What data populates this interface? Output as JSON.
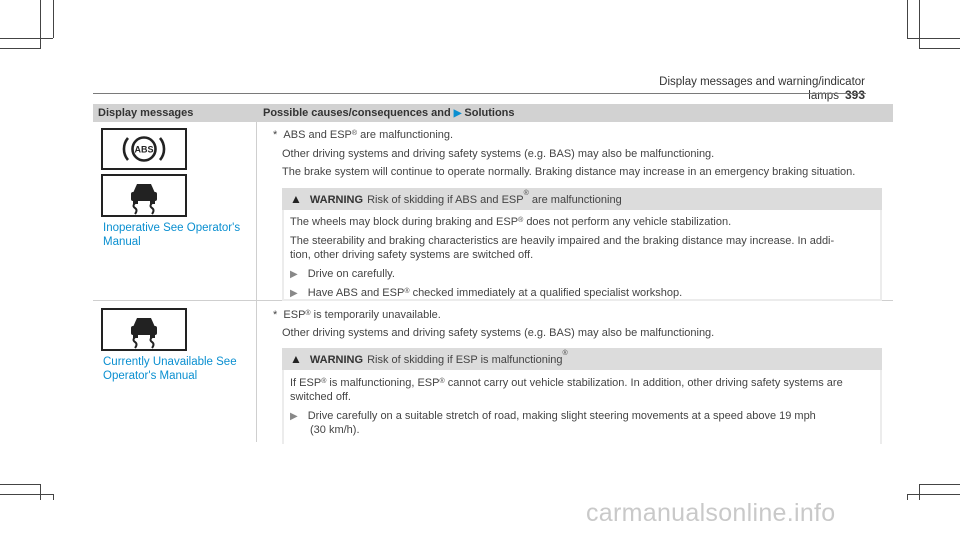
{
  "header": {
    "section": "Display messages and warning/indicator lamps",
    "page": "393"
  },
  "table": {
    "col1_header": "Display messages",
    "col2_header_a": "Possible causes/consequences and",
    "col2_header_b": "Solutions"
  },
  "rows": [
    {
      "icons": [
        "abs-warning-lamp",
        "esp-skid-lamp"
      ],
      "message_line1": "Inoperative See Operator's",
      "message_line2": "Manual",
      "cause_bullet": "*",
      "cause_a": "ABS and ESP",
      "cause_b": "are malfunctioning.",
      "para1": "Other driving systems and driving safety systems (e.g. BAS) may also be malfunctioning.",
      "para2": "The brake system will continue to operate normally. Braking distance may increase in an emergency braking situation.",
      "warning_label": "WARNING",
      "warning_text_a": "Risk of skidding if ABS and ESP",
      "warning_text_b": "are malfunctioning",
      "warn_p1a": "The wheels may block during braking and ESP",
      "warn_p1b": "does not perform any vehicle stabilization.",
      "warn_p2_line1": "The steerability and braking characteristics are heavily impaired and the braking distance may increase. In addi-",
      "warn_p2_line2": "tion, other driving safety systems are switched off.",
      "step1": "Drive on carefully.",
      "step2a": "Have ABS and ESP",
      "step2b": "checked immediately at a qualified specialist workshop."
    },
    {
      "icons": [
        "esp-skid-lamp"
      ],
      "message_line1": "Currently Unavailable See",
      "message_line2": "Operator's Manual",
      "cause_bullet": "*",
      "cause_a": "ESP",
      "cause_b": "is temporarily unavailable.",
      "para1": "Other driving systems and driving safety systems (e.g. BAS) may also be malfunctioning.",
      "warning_label": "WARNING",
      "warning_text_a": "Risk of skidding if ESP is malfunctioning",
      "warn_p1a": "If ESP",
      "warn_p1b": "is malfunctioning, ESP",
      "warn_p1c": "cannot carry out vehicle stabilization. In addition, other driving safety systems are",
      "warn_p1_line2": "switched off.",
      "step1_line1": "Drive carefully on a suitable stretch of road, making slight steering movements at a speed above 19 mph",
      "step1_line2": "(30 km/h)."
    }
  ],
  "registered_mark": "®",
  "watermark": "carmanualsonline.info",
  "colors": {
    "link": "#0a8fd0",
    "table_header_bg": "#d2d2d2",
    "warning_bg": "#dcdcdc"
  }
}
